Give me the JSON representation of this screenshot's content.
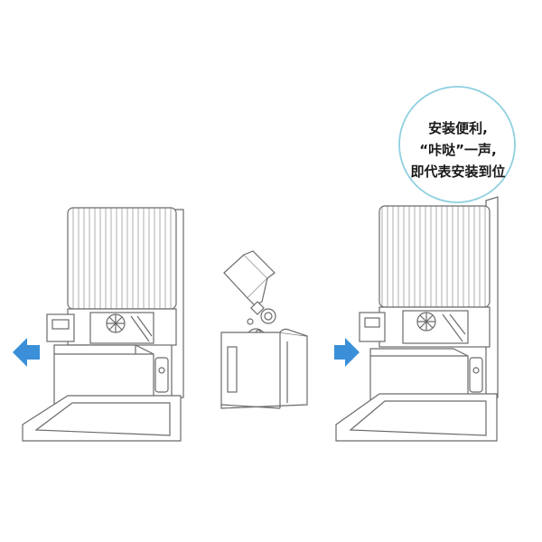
{
  "callout": {
    "lines": [
      "安装便利,",
      "“咔哒”一声,",
      "即代表安装到位"
    ]
  },
  "steps": [
    {
      "id": "remove-tank",
      "arrow": "left"
    },
    {
      "id": "fill-tank"
    },
    {
      "id": "insert-tank",
      "arrow": "right"
    }
  ],
  "colors": {
    "line": "#6b6b6b",
    "arrow": "#3a8fd8",
    "callout_border": "#8fd0e0",
    "fill": "#ffffff"
  }
}
